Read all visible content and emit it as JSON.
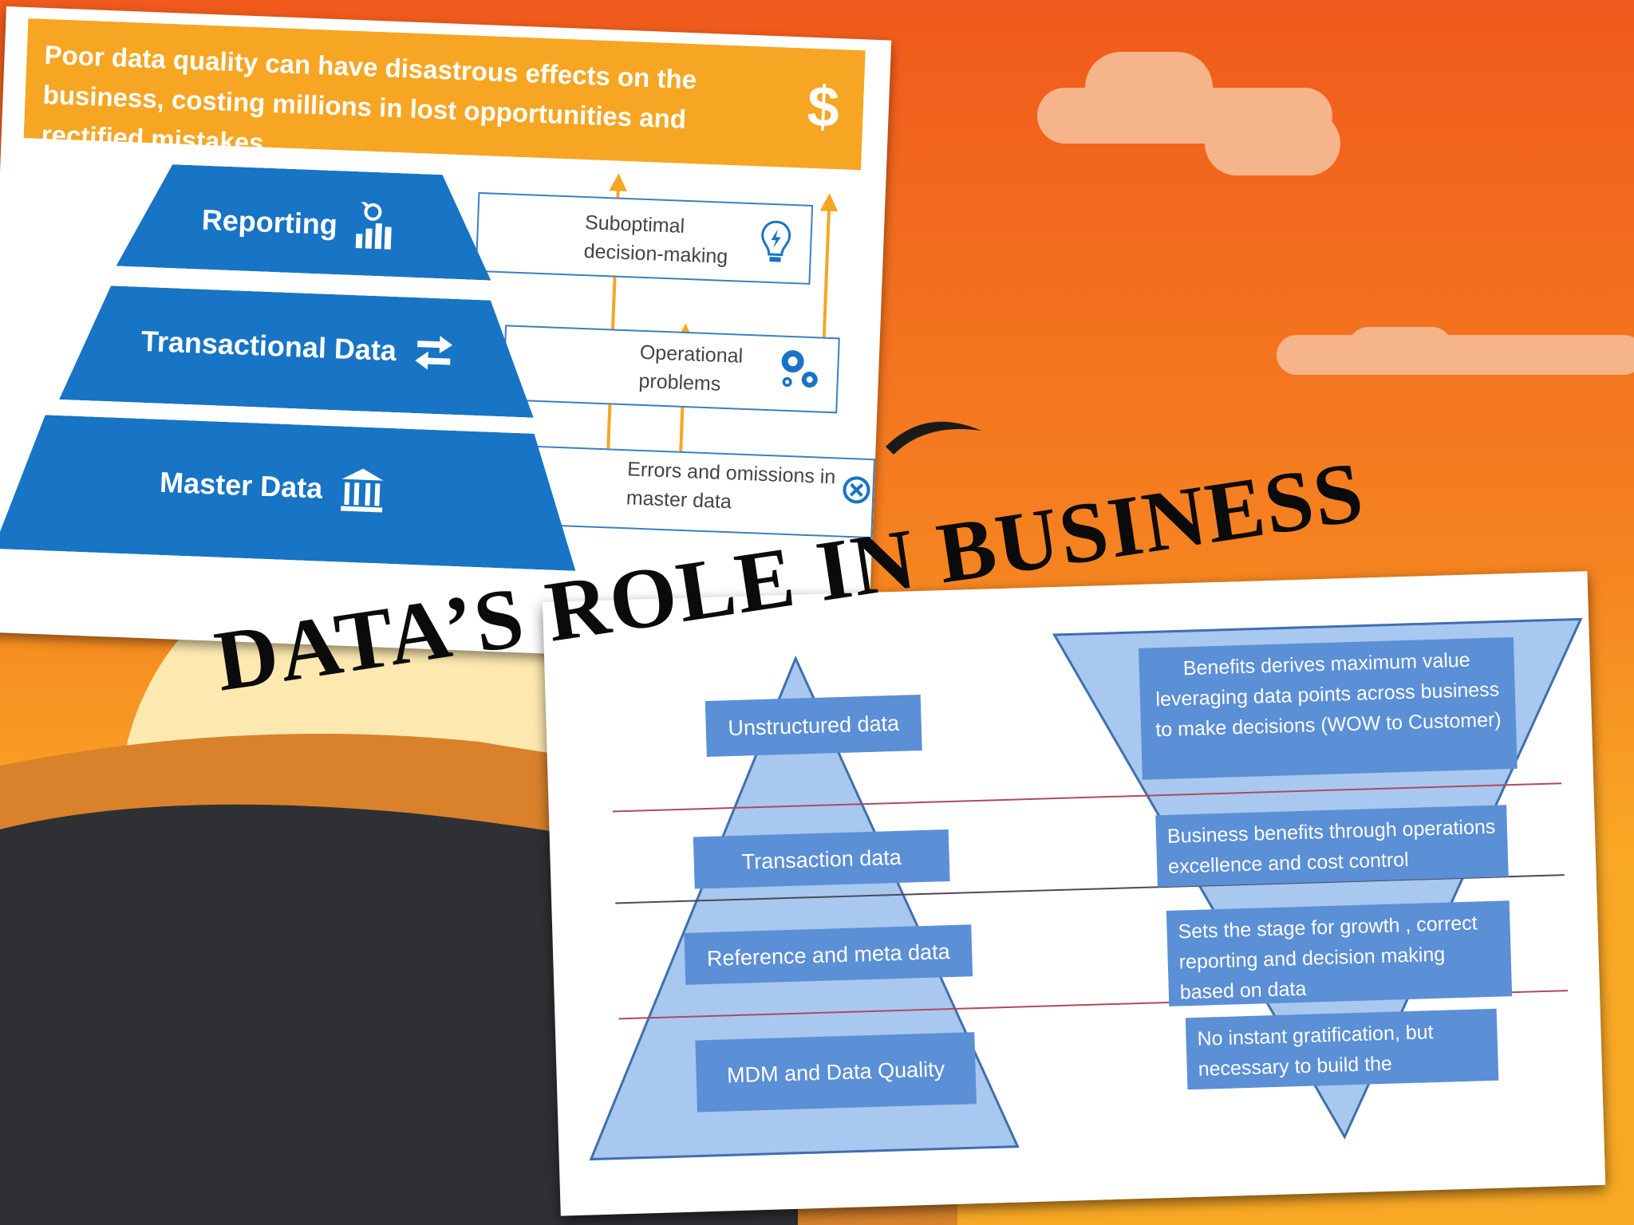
{
  "slide_title": "DATA’S ROLE IN BUSINESS",
  "colors": {
    "sky_top": "#f4641c",
    "sky_mid": "#f7941e",
    "ground": "#2f3033",
    "tier_blue": "#1874c4",
    "banner": "#f6a623",
    "box_blue": "#5b8fd6",
    "triangle_blue": "#a8c8f0",
    "divider": "#b04a5a"
  },
  "left_slide": {
    "banner": "Poor data quality can have disastrous effects on the business, costing millions in lost opportunities and rectified mistakes.",
    "banner_icon": "dollar-icon",
    "banner_symbol": "$",
    "tiers": [
      {
        "label": "Reporting",
        "icon": "analytics-chart-icon",
        "effect": "Suboptimal decision-making",
        "effect_icon": "lightbulb-icon"
      },
      {
        "label": "Transactional Data",
        "icon": "exchange-arrows-icon",
        "effect": "Operational problems",
        "effect_icon": "gears-icon"
      },
      {
        "label": "Master Data",
        "icon": "bank-building-icon",
        "effect": "Errors and omissions in master data",
        "effect_icon": "close-circle-icon"
      }
    ]
  },
  "right_slide": {
    "pyramid_levels": [
      "Unstructured data",
      "Transaction data",
      "Reference and meta data",
      "MDM  and Data Quality"
    ],
    "benefits": [
      "Benefits derives maximum value leveraging data points across business to make decisions (WOW to Customer)",
      "Business benefits through operations excellence and cost control",
      "Sets the stage for growth , correct reporting and decision making based on data",
      "No instant gratification, but necessary to build the foundation"
    ]
  }
}
